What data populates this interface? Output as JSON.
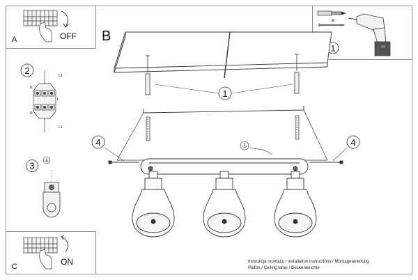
{
  "panels": {
    "a": {
      "letter": "A",
      "state": "OFF"
    },
    "c": {
      "letter": "C",
      "state": "ON"
    },
    "main_letter": "B"
  },
  "callouts": {
    "step1": "1",
    "step2": "2",
    "step3": "3",
    "step4": "4"
  },
  "wire_labels": {
    "n": "N",
    "l": "L",
    "l1": "L1"
  },
  "footer": {
    "line1": "Instrukcja montażu / installation instructions / Montageanleitung",
    "line2": "Plafon / Ceiling lamp / Deckenleuchte"
  },
  "colors": {
    "line": "#333333",
    "frame": "#9a9a9a",
    "fill_light": "#f2f2f2",
    "battery": "#555555"
  },
  "icons": [
    "earth-symbol-icon",
    "hand-icon",
    "drill-icon",
    "wall-plug-icon",
    "screw-icon",
    "arrow-icon"
  ]
}
